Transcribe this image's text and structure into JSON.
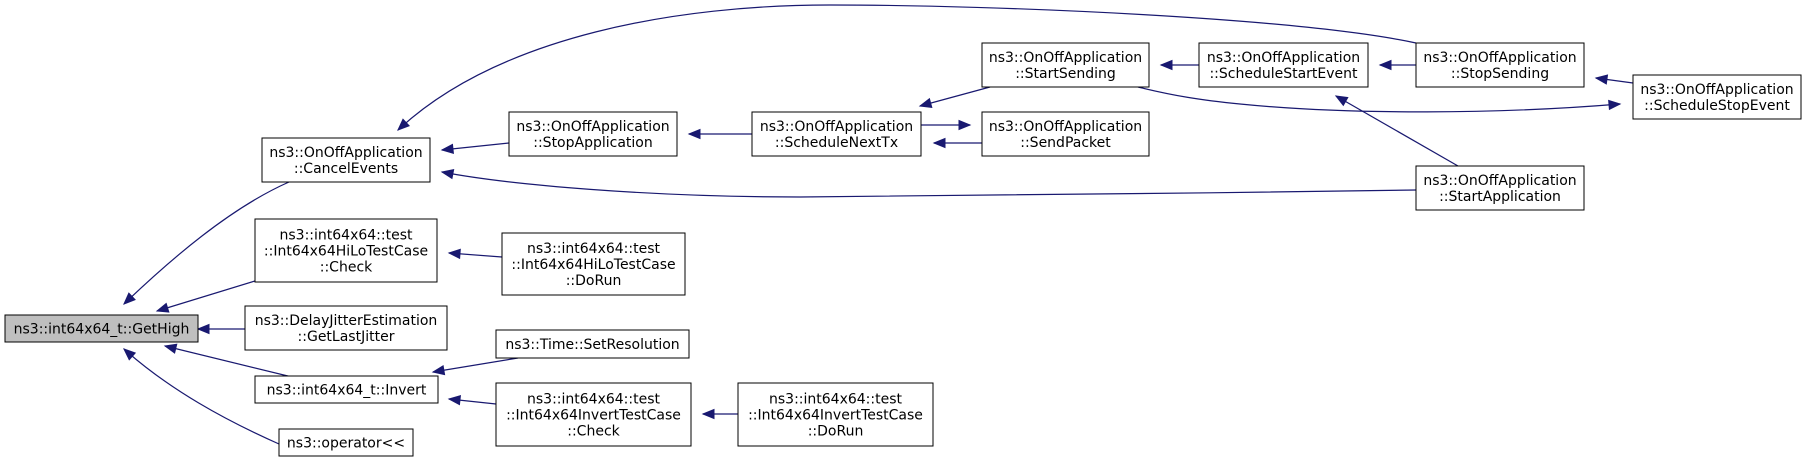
{
  "diagram": {
    "nodes": [
      {
        "id": "gethigh",
        "lines": [
          "ns3::int64x64_t::GetHigh"
        ],
        "highlight": true,
        "interactable": false
      },
      {
        "id": "cancelevents",
        "lines": [
          "ns3::OnOffApplication",
          "::CancelEvents"
        ]
      },
      {
        "id": "hilo-check",
        "lines": [
          "ns3::int64x64::test",
          "::Int64x64HiLoTestCase",
          "::Check"
        ]
      },
      {
        "id": "getlastjitter",
        "lines": [
          "ns3::DelayJitterEstimation",
          "::GetLastJitter"
        ]
      },
      {
        "id": "invert",
        "lines": [
          "ns3::int64x64_t::Invert"
        ]
      },
      {
        "id": "operator-shift",
        "lines": [
          "ns3::operator<<"
        ]
      },
      {
        "id": "stopapplication",
        "lines": [
          "ns3::OnOffApplication",
          "::StopApplication"
        ]
      },
      {
        "id": "hilo-dorun",
        "lines": [
          "ns3::int64x64::test",
          "::Int64x64HiLoTestCase",
          "::DoRun"
        ]
      },
      {
        "id": "setresolution",
        "lines": [
          "ns3::Time::SetResolution"
        ]
      },
      {
        "id": "invert-check",
        "lines": [
          "ns3::int64x64::test",
          "::Int64x64InvertTestCase",
          "::Check"
        ]
      },
      {
        "id": "schedulenexttx",
        "lines": [
          "ns3::OnOffApplication",
          "::ScheduleNextTx"
        ]
      },
      {
        "id": "invert-dorun",
        "lines": [
          "ns3::int64x64::test",
          "::Int64x64InvertTestCase",
          "::DoRun"
        ]
      },
      {
        "id": "startsending",
        "lines": [
          "ns3::OnOffApplication",
          "::StartSending"
        ]
      },
      {
        "id": "sendpacket",
        "lines": [
          "ns3::OnOffApplication",
          "::SendPacket"
        ]
      },
      {
        "id": "schedulestartevent",
        "lines": [
          "ns3::OnOffApplication",
          "::ScheduleStartEvent"
        ]
      },
      {
        "id": "stopsending",
        "lines": [
          "ns3::OnOffApplication",
          "::StopSending"
        ]
      },
      {
        "id": "startapplication",
        "lines": [
          "ns3::OnOffApplication",
          "::StartApplication"
        ]
      },
      {
        "id": "schedulestopevent",
        "lines": [
          "ns3::OnOffApplication",
          "::ScheduleStopEvent"
        ]
      }
    ],
    "edges": [
      {
        "from": "cancelevents",
        "to": "gethigh"
      },
      {
        "from": "hilo-check",
        "to": "gethigh"
      },
      {
        "from": "getlastjitter",
        "to": "gethigh"
      },
      {
        "from": "invert",
        "to": "gethigh"
      },
      {
        "from": "operator-shift",
        "to": "gethigh"
      },
      {
        "from": "stopapplication",
        "to": "cancelevents"
      },
      {
        "from": "stopsending",
        "to": "cancelevents"
      },
      {
        "from": "startapplication",
        "to": "cancelevents"
      },
      {
        "from": "hilo-dorun",
        "to": "hilo-check"
      },
      {
        "from": "setresolution",
        "to": "invert"
      },
      {
        "from": "invert-check",
        "to": "invert"
      },
      {
        "from": "invert-dorun",
        "to": "invert-check"
      },
      {
        "from": "schedulenexttx",
        "to": "stopapplication"
      },
      {
        "from": "startsending",
        "to": "schedulenexttx"
      },
      {
        "from": "sendpacket",
        "to": "schedulenexttx"
      },
      {
        "from": "schedulenexttx",
        "to": "sendpacket"
      },
      {
        "from": "schedulestartevent",
        "to": "startsending"
      },
      {
        "from": "stopsending",
        "to": "schedulestartevent"
      },
      {
        "from": "startapplication",
        "to": "schedulestartevent"
      },
      {
        "from": "schedulestopevent",
        "to": "stopsending"
      },
      {
        "from": "startsending",
        "to": "schedulestopevent"
      }
    ],
    "colors": {
      "edge": "#191970",
      "node_fill": "#ffffff",
      "highlight_fill": "#bfbfbf",
      "border": "#000000"
    }
  }
}
